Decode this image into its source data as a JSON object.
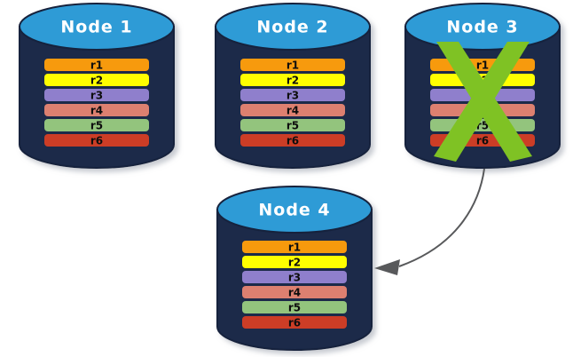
{
  "diagram": {
    "title": "",
    "background_color": "#ffffff",
    "node_body_color": "#1B2A4A",
    "node_top_color": "#2E9BD6",
    "node_title_color": "#ffffff",
    "node_outline_color": "#16233D",
    "row_text_color": "#111111",
    "failure_mark_color": "#7FC224",
    "arrow_color": "#58595B",
    "shadow_color": "#c9ccd2"
  },
  "rows": [
    {
      "label": "r1",
      "color": "#F79A0E"
    },
    {
      "label": "r2",
      "color": "#FFFF00"
    },
    {
      "label": "r3",
      "color": "#8F7FCC"
    },
    {
      "label": "r4",
      "color": "#DD8070"
    },
    {
      "label": "r5",
      "color": "#93C47D"
    },
    {
      "label": "r6",
      "color": "#CC3E28"
    }
  ],
  "nodes": [
    {
      "id": "node-1",
      "title": "Node  1",
      "failed": false,
      "rows": [
        "r1",
        "r2",
        "r3",
        "r4",
        "r5",
        "r6"
      ]
    },
    {
      "id": "node-2",
      "title": "Node  2",
      "failed": false,
      "rows": [
        "r1",
        "r2",
        "r3",
        "r4",
        "r5",
        "r6"
      ]
    },
    {
      "id": "node-3",
      "title": "Node  3",
      "failed": true,
      "rows": [
        "r1",
        "r2",
        "r3",
        "r4",
        "r5",
        "r6"
      ]
    },
    {
      "id": "node-4",
      "title": "Node  4",
      "failed": false,
      "rows": [
        "r1",
        "r2",
        "r3",
        "r4",
        "r5",
        "r6"
      ]
    }
  ],
  "connectors": [
    {
      "id": "node3-to-node4",
      "from": "node-3",
      "to": "node-4",
      "label": ""
    }
  ]
}
